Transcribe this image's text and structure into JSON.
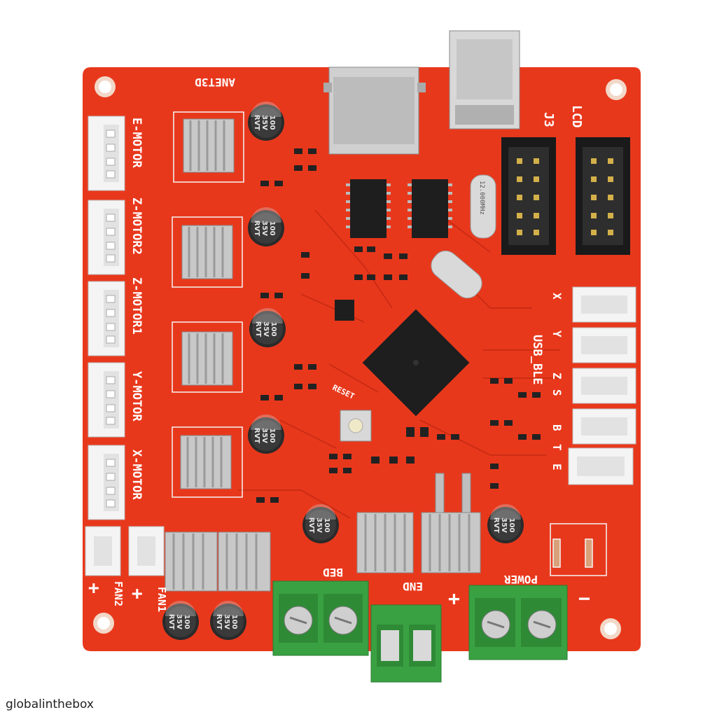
{
  "board": {
    "name": "ANET3D",
    "pcb_color": "#e8381c",
    "trace_color": "#c42a12",
    "silkscreen_color": "#ffffff",
    "heatsink_color": "#c8c8c8",
    "terminal_color": "#3aa142"
  },
  "labels": {
    "e_motor": "E-MOTOR",
    "z_motor2": "Z-MOTOR2",
    "z_motor1": "Z-MOTOR1",
    "y_motor": "Y-MOTOR",
    "x_motor": "X-MOTOR",
    "fan2": "FAN2",
    "fan1": "FAN1",
    "bed": "BED",
    "end": "END",
    "power": "POWER",
    "j3": "J3",
    "lcd": "LCD",
    "usb_ble": "USB_BLE",
    "reset": "RESET",
    "crystal": "12.000MHz",
    "endstops": [
      "X",
      "Y",
      "Z",
      "S",
      "B"
    ],
    "endstop_e": "E",
    "endstop_t": "T",
    "plus": "+",
    "minus": "−"
  },
  "capacitor_text": {
    "line1": "100",
    "line2": "35V",
    "line3": "RVT"
  },
  "watermark": "globalinthebox"
}
